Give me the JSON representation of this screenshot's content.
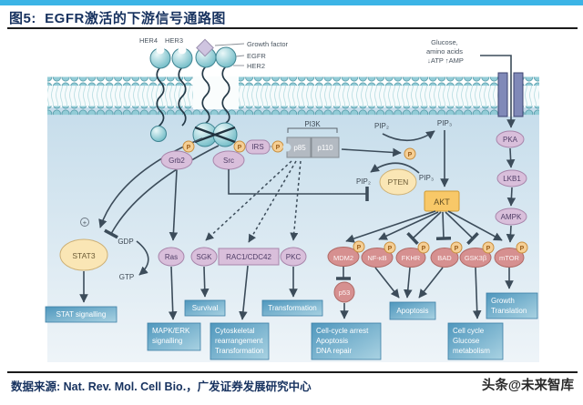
{
  "header": {
    "title": "图5:  EGFR激活的下游信号通路图"
  },
  "footer": {
    "source_label": "数据来源:",
    "source_text": "Nat. Rev. Mol. Cell Bio.，广发证券发展研究中心",
    "watermark": "头条@未来智库"
  },
  "diagram": {
    "receptors": {
      "her4": "HER4",
      "her3": "HER3",
      "growth_factor": "Growth factor",
      "egfr": "EGFR",
      "her2": "HER2"
    },
    "stimulus": {
      "lines": [
        "Glucose,",
        "amino acids",
        "↓ATP ↑AMP"
      ]
    },
    "phospho": "P",
    "nodes": {
      "grb2": "Grb2",
      "src": "Src",
      "irs": "IRS",
      "pi3k": "PI3K",
      "p85": "p85",
      "p110": "p110",
      "pip2": "PIP₂",
      "pip3": "PIP₃",
      "pten": "PTEN",
      "akt": "AKT",
      "pka": "PKA",
      "lkb1": "LKB1",
      "ampk": "AMPK",
      "stat3": "STAT3",
      "gdp": "GDP",
      "gtp": "GTP",
      "plus": "+",
      "ras": "Ras",
      "sgk": "SGK",
      "rac1": "RAC1/CDC42",
      "pkc": "PKC",
      "mdm2": "MDM2",
      "nfkb": "NF-κB",
      "fkhr": "FKHR",
      "bad": "BAD",
      "gsk3b": "GSK3β",
      "mtor": "mTOR",
      "p53": "p53"
    },
    "outcomes": {
      "stat": "STAT signalling",
      "survival": "Survival",
      "mapk": {
        "lines": [
          "MAPK/ERK",
          "signalling"
        ]
      },
      "cyto": {
        "lines": [
          "Cytoskeletal",
          "rearrangement",
          "Transformation"
        ]
      },
      "transformation": "Transformation",
      "arrest": {
        "lines": [
          "Cell-cycle arrest",
          "Apoptosis",
          "DNA repair"
        ]
      },
      "apoptosis": "Apoptosis",
      "cellcycle": {
        "lines": [
          "Cell cycle",
          "Glucose",
          "metabolism"
        ]
      },
      "growth": {
        "lines": [
          "Growth",
          "Translation"
        ]
      }
    },
    "colors": {
      "accent_bar": "#3cb4e6",
      "title_navy": "#17325f",
      "outcome_blue": "#5b9ec4",
      "node_pink": "#d9bfdb",
      "node_red": "#d69090",
      "node_yellow": "#fae6b5",
      "akt_orange": "#f8c868",
      "phospho_orange": "#f5cf95",
      "membrane_teal": "#8fcbd6"
    }
  }
}
